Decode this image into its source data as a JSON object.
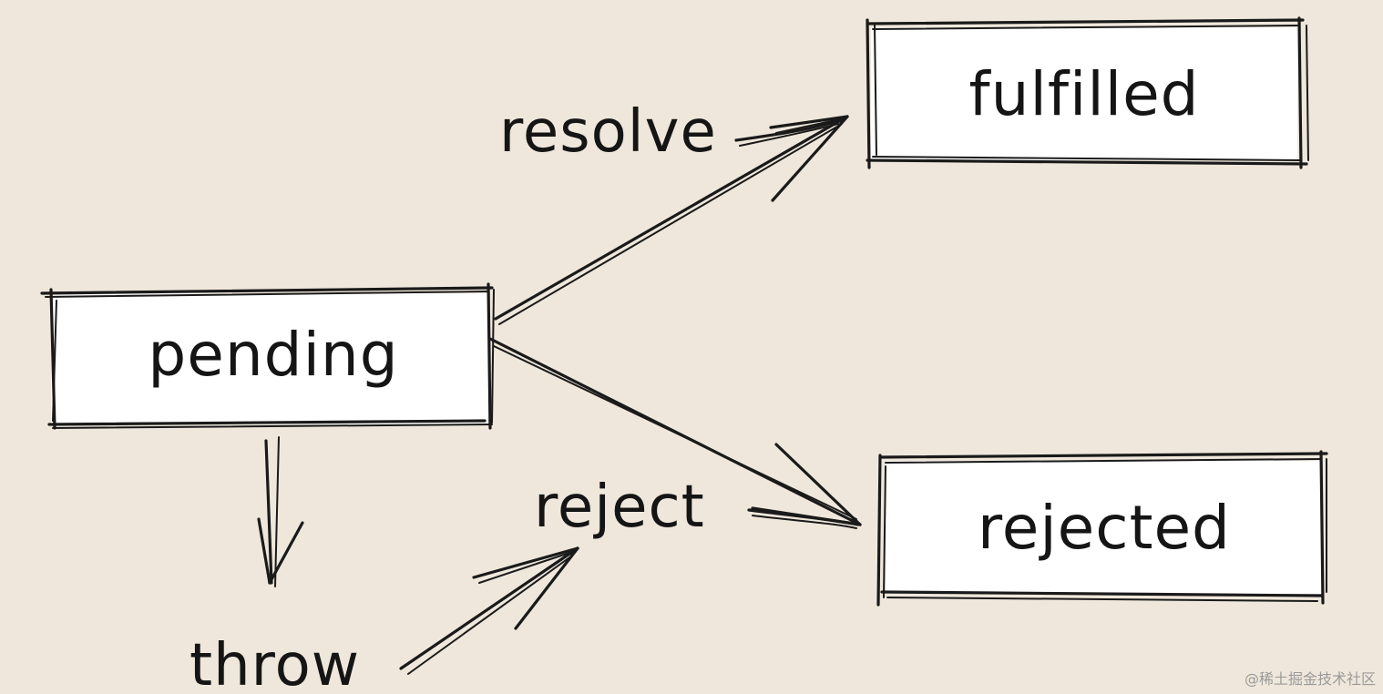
{
  "nodes": {
    "pending": "pending",
    "fulfilled": "fulfilled",
    "rejected": "rejected"
  },
  "edge_labels": {
    "resolve": "resolve",
    "reject": "reject",
    "throw": "throw"
  },
  "watermark": "@稀土掘金技术社区"
}
